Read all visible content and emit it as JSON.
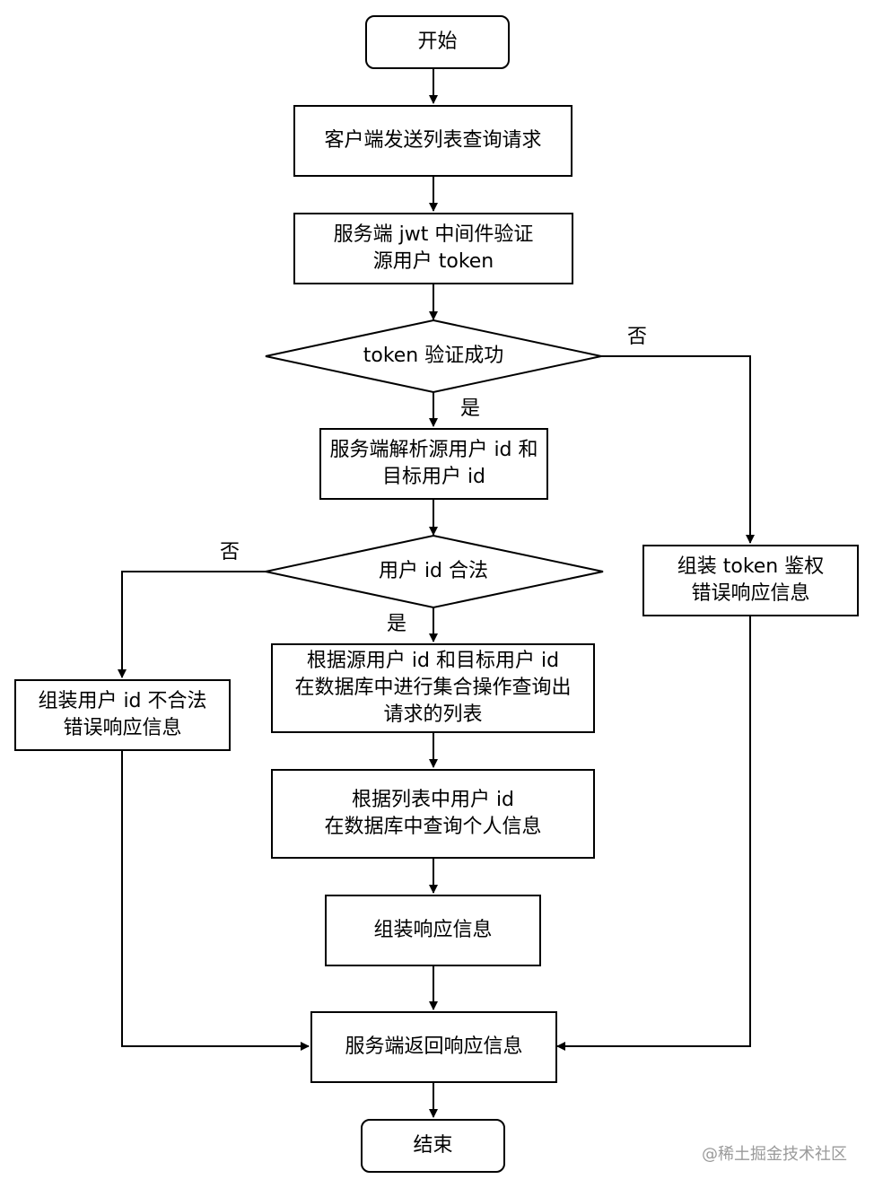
{
  "nodes": {
    "start": "开始",
    "request": "客户端发送列表查询请求",
    "verify": "服务端 jwt 中间件验证\n源用户 token",
    "token_ok": "token 验证成功",
    "parse": "服务端解析源用户 id 和\n目标用户 id",
    "id_ok": "用户 id 合法",
    "token_err": "组装 token 鉴权\n错误响应信息",
    "id_err": "组装用户 id 不合法\n错误响应信息",
    "query_set": "根据源用户 id 和目标用户 id\n在数据库中进行集合操作查询出\n请求的列表",
    "query_info": "根据列表中用户 id\n在数据库中查询个人信息",
    "assemble": "组装响应信息",
    "respond": "服务端返回响应信息",
    "end": "结束"
  },
  "edge_labels": {
    "token_no": "否",
    "token_yes": "是",
    "id_no": "否",
    "id_yes": "是"
  },
  "watermark": "@稀土掘金技术社区"
}
